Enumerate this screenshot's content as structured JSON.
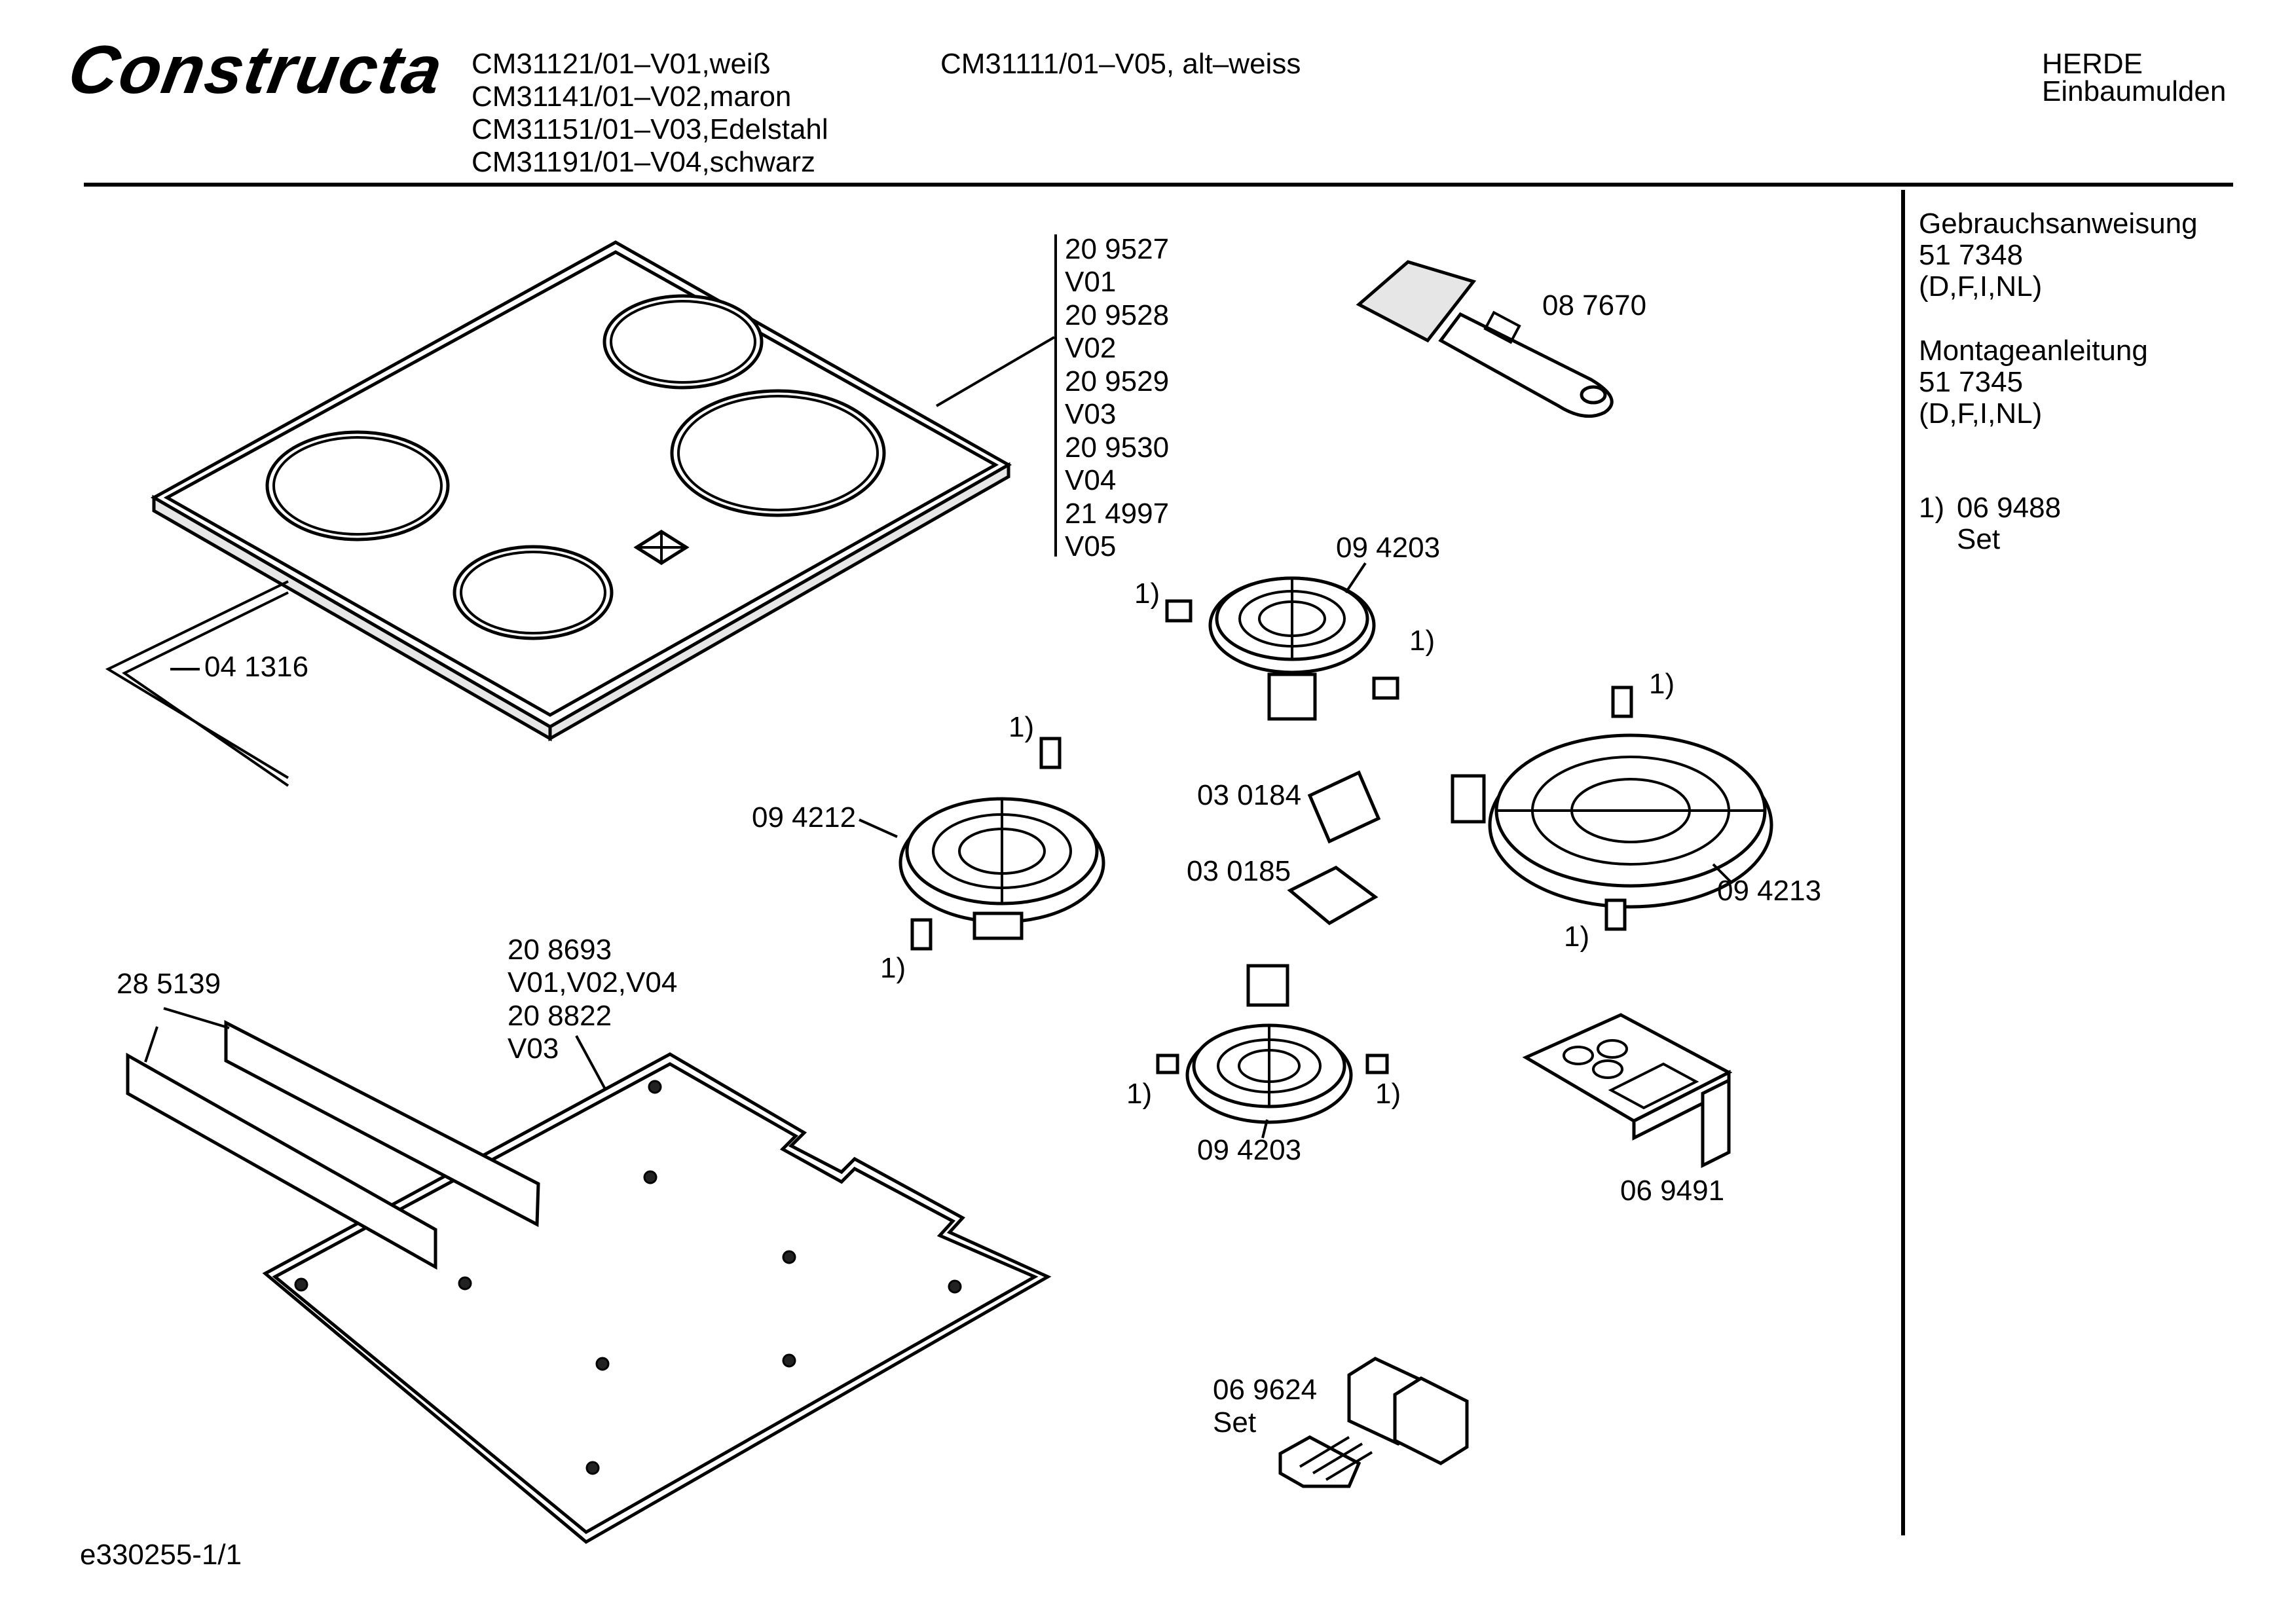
{
  "header": {
    "brand": "Constructa",
    "models_col1": [
      "CM31121/01–V01,weiß",
      "CM31141/01–V02,maron",
      "CM31151/01–V03,Edelstahl",
      "CM31191/01–V04,schwarz"
    ],
    "models_col2": [
      "CM31111/01–V05, alt–weiss"
    ],
    "category": [
      "HERDE",
      "Einbaumulden"
    ]
  },
  "sidebar": {
    "manual_title": "Gebrauchsanweisung",
    "manual_number": "51 7348",
    "manual_langs": "(D,F,I,NL)",
    "install_title": "Montageanleitung",
    "install_number": "51 7345",
    "install_langs": "(D,F,I,NL)",
    "footnote_mark": "1)",
    "footnote_number": "06 9488",
    "footnote_set": "Set"
  },
  "parts": {
    "glass_top": [
      "20 9527",
      "V01",
      "20 9528",
      "V02",
      "20 9529",
      "V03",
      "20 9530",
      "V04",
      "21 4997",
      "V05"
    ],
    "scraper": "08 7670",
    "seal": "04 1316",
    "heater_small_top": "09 4203",
    "heater_small_bottom": "09 4203",
    "heater_medium": "09 4212",
    "heater_large": "09 4213",
    "terminal_block": "03 0184",
    "terminal_cover": "03 0185",
    "rails": "28 5139",
    "base_plate": [
      "20 8693",
      "V01,V02,V04",
      "20 8822",
      "V03"
    ],
    "control_panel": "06 9491",
    "connector_set": [
      "06 9624",
      "Set"
    ],
    "footnote_ref": "1)"
  },
  "footer": {
    "doc_id": "e330255-1/1"
  }
}
